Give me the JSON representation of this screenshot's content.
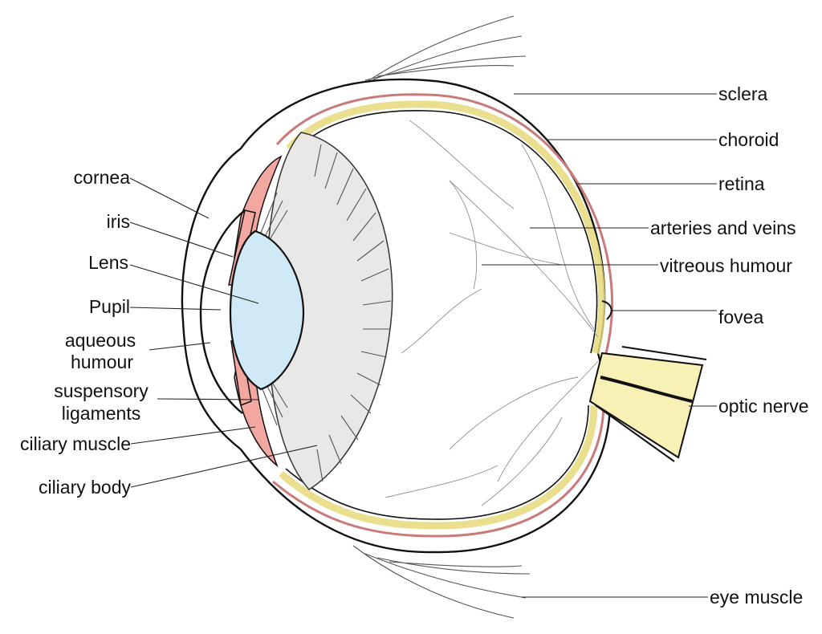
{
  "diagram": {
    "labels_left": {
      "cornea": "cornea",
      "iris": "iris",
      "lens": "Lens",
      "pupil": "Pupil",
      "aqueous_humour_line1": "aqueous",
      "aqueous_humour_line2": "humour",
      "suspensory_ligaments_line1": "suspensory",
      "suspensory_ligaments_line2": "ligaments",
      "ciliary_muscle": "ciliary muscle",
      "ciliary_body": "ciliary body"
    },
    "labels_right": {
      "sclera": "sclera",
      "choroid": "choroid",
      "retina": "retina",
      "arteries_and_veins": "arteries and veins",
      "vitreous_humour": "vitreous humour",
      "fovea": "fovea",
      "optic_nerve": "optic nerve",
      "eye_muscle": "eye muscle"
    },
    "colors": {
      "outline": "#111111",
      "lens_fill": "#cfe9f7",
      "iris_fill": "#f2a7a0",
      "ciliary_fill": "#e8e8e6",
      "retina_fill": "#f8f1b5",
      "choroid_line": "#c97a7a",
      "optic_nerve_fill": "#f8f1b5"
    }
  }
}
